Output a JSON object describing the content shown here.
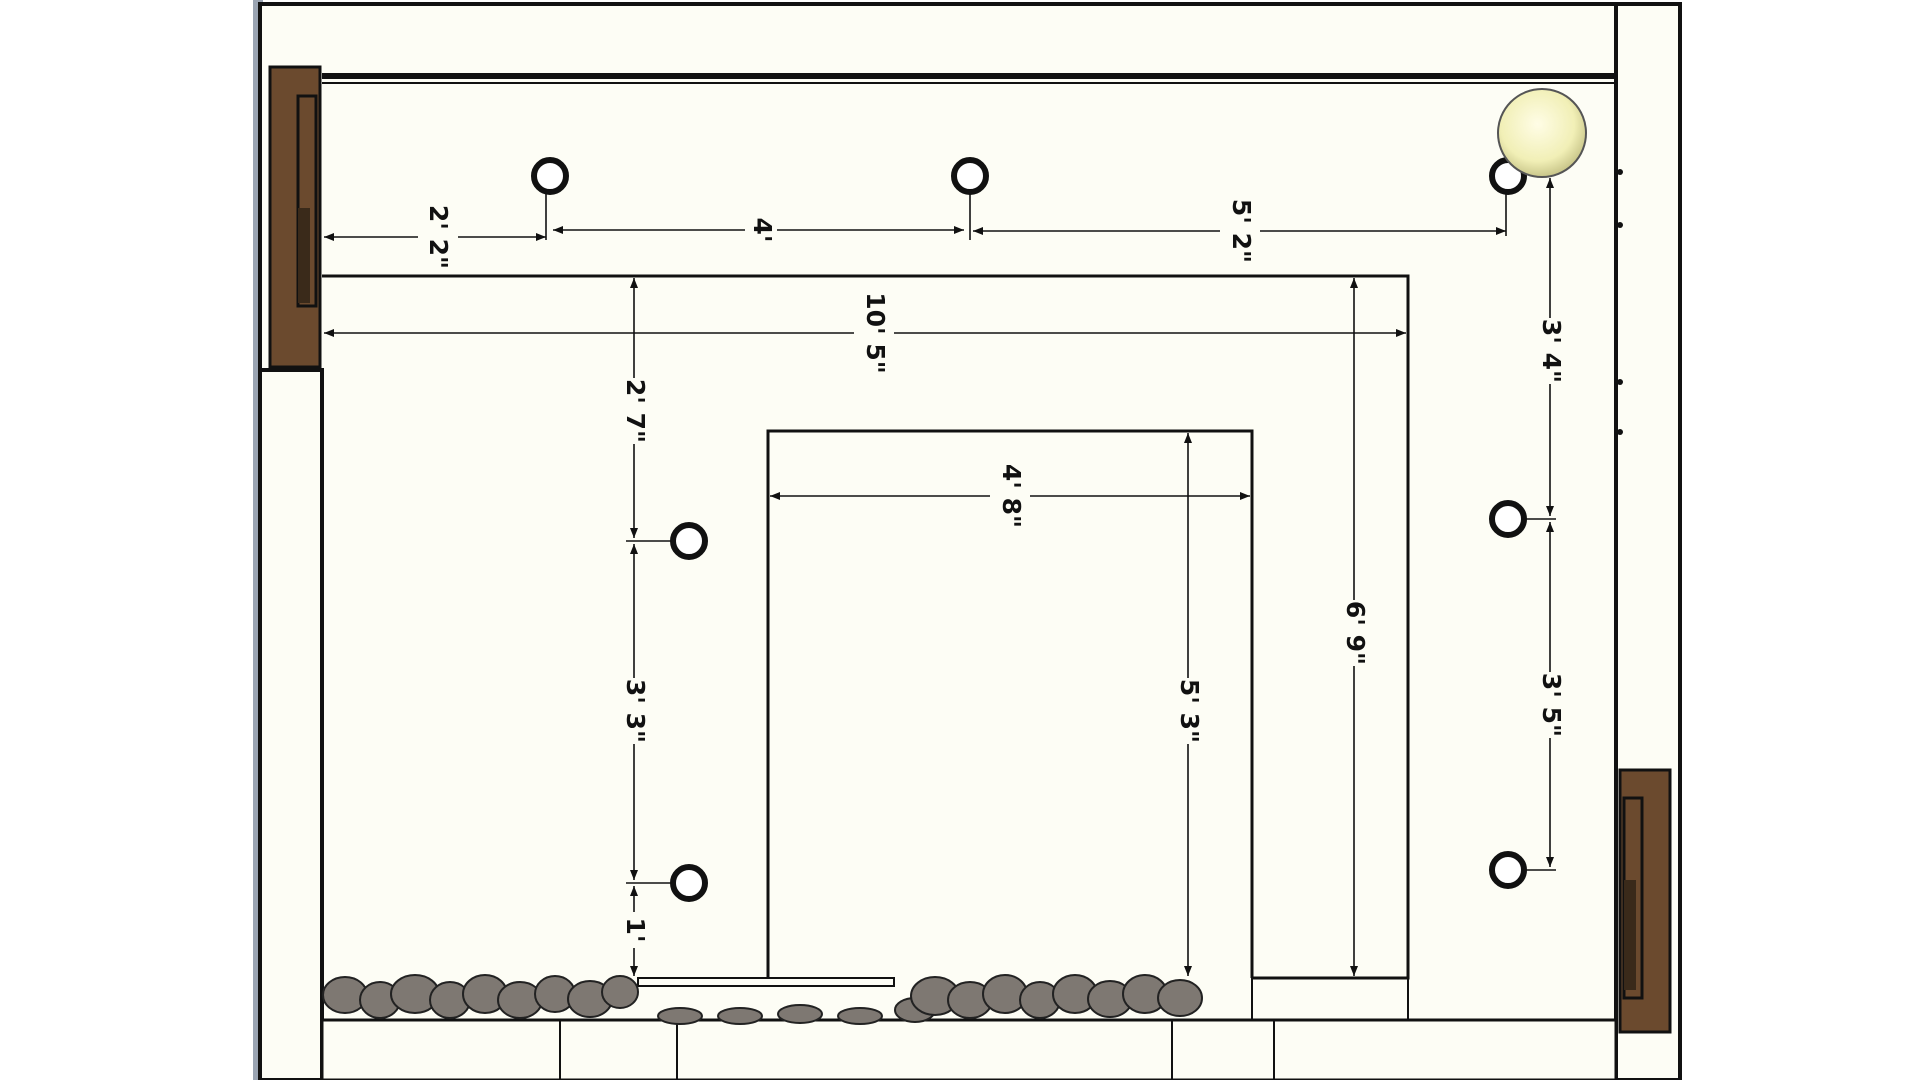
{
  "colors": {
    "background": "#ffffff",
    "wall_fill": "#fdfdf5",
    "line": "#111111",
    "wood": "#6b4a2e",
    "rock": "#7e7872",
    "lamp": "#f1efb6",
    "left_strip": "#9aa4b2"
  },
  "icons": {
    "recessed_light": "circle-outline",
    "lamp": "filled-glow-circle",
    "sconce": "wood-bracket"
  },
  "dimensions": {
    "top_left_span": "2' 2\"",
    "top_mid_span": "4'",
    "top_right_span": "5' 2\"",
    "surround_width": "10' 5\"",
    "opening_width": "4' 8\"",
    "left_upper_drop": "2' 7\"",
    "left_mid_spacing": "3' 3\"",
    "left_bottom_gap": "1'",
    "opening_height": "5' 3\"",
    "surround_height": "6' 9\"",
    "right_upper_drop": "3' 4\"",
    "right_lower_spacing": "3' 5\""
  },
  "lights": {
    "recessed_count": 7,
    "lamp_count": 1
  }
}
